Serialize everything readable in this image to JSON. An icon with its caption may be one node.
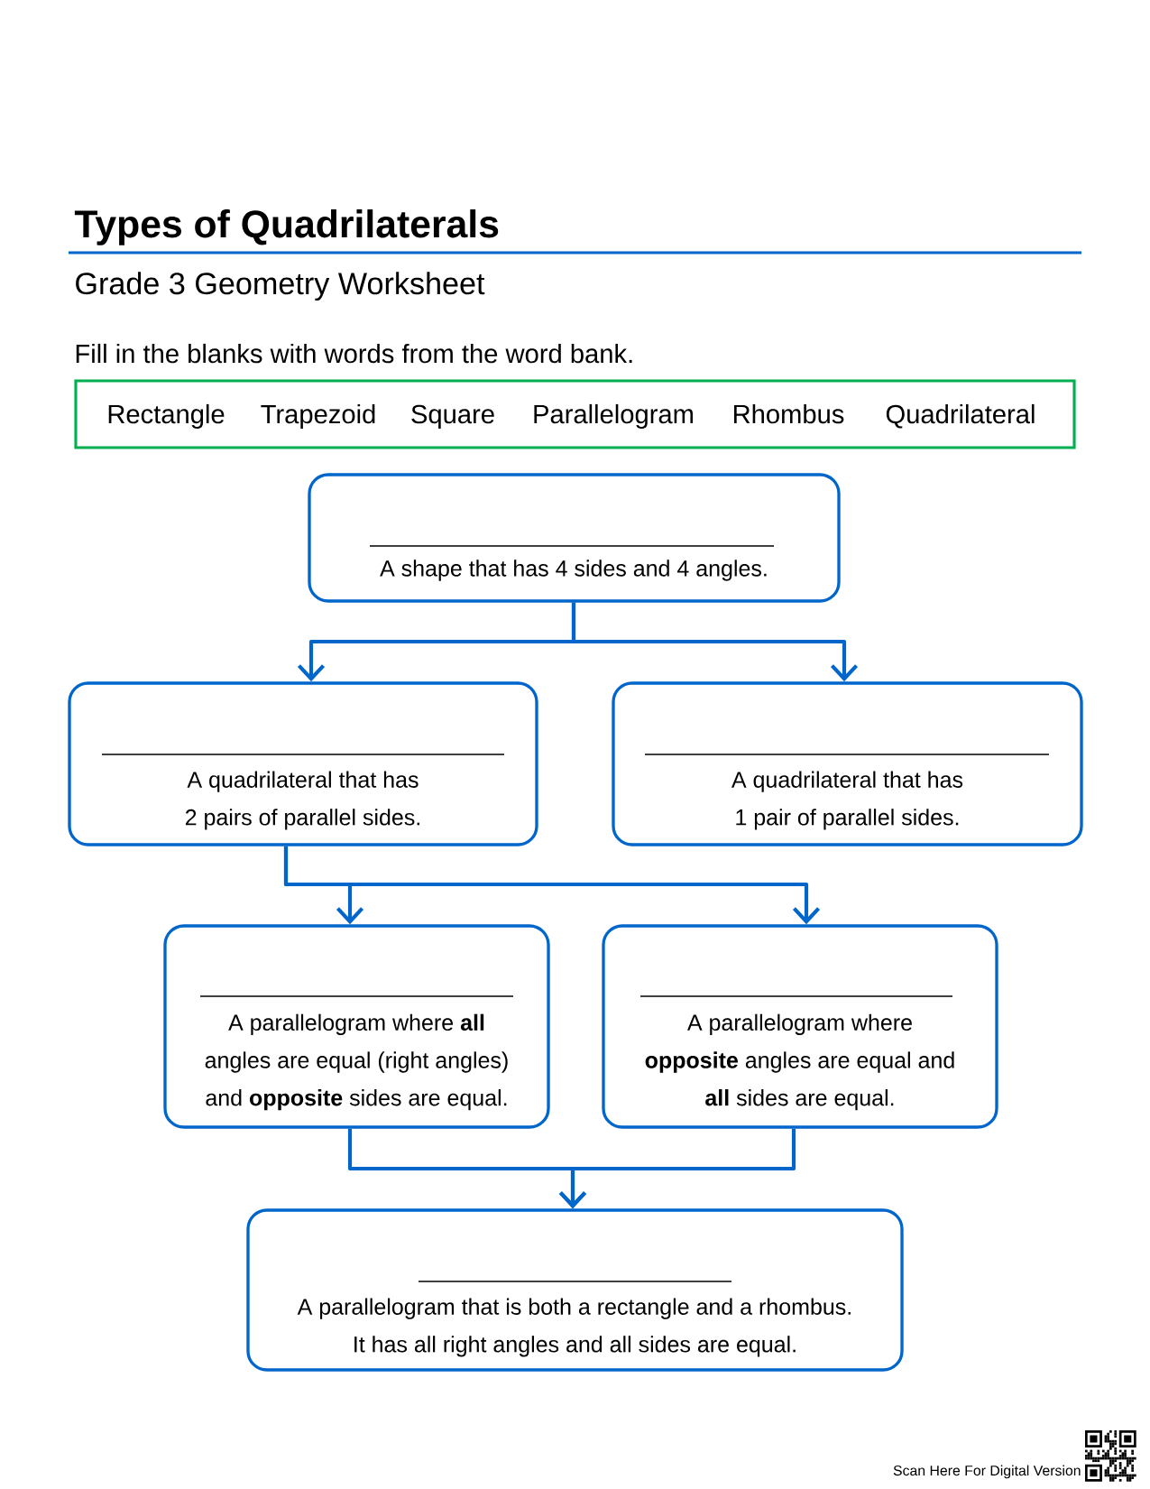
{
  "diagram": {
    "title": "Types of Quadrilaterals",
    "nodes": [
      {
        "text": [
          "Rectangle",
          "Trapezoid",
          "Square",
          "Parallelogram",
          "Rhombus",
          "Quadrilateral"
        ]
      },
      {
        "text": [
          "A shape that has 4 sides and 4 angles."
        ]
      },
      {
        "text": [
          "A quadrilateral that has 2 pairs of parallel sides."
        ]
      },
      {
        "text": [
          "A quadrilateral that has 1 pair of parallel sides."
        ]
      },
      {
        "text": [
          "A parallelogram where **all** angles are equal (right angles) and **opposite** sides are equal."
        ]
      },
      {
        "text": [
          "A parallelogram where **opposite** angles are equal and **all** sides are equal."
        ]
      },
      {
        "text": [
          "A parallelogram that is both a rectangle and a rhombus. It has all right angles and all sides are equal."
        ]
      }
    ],
    "edges": [
      {
        "from": 1,
        "to": 2,
        "arrow": "to"
      },
      {
        "from": 1,
        "to": 3,
        "arrow": "to"
      },
      {
        "from": 2,
        "to": 4,
        "arrow": "to"
      },
      {
        "from": 2,
        "to": 5,
        "arrow": "to"
      },
      {
        "from": 4,
        "to": 6,
        "arrow": "to"
      },
      {
        "from": 5,
        "to": 6,
        "arrow": "to"
      }
    ],
    "labels": [
      "Grade 3 Geometry Worksheet",
      "Fill in the blanks with words from the word bank.",
      "Scan Here For Digital Version"
    ]
  }
}
